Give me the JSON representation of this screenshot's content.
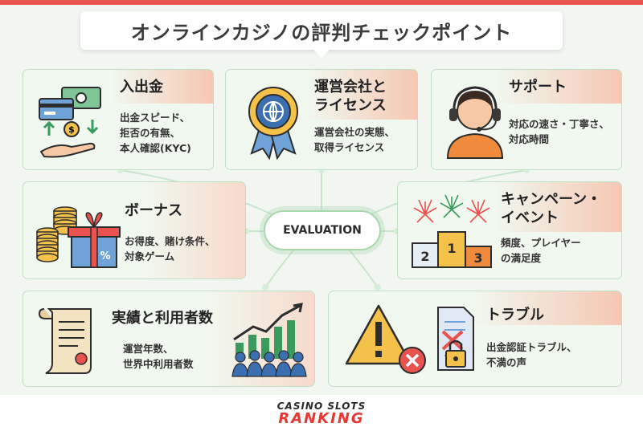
{
  "title": "オンラインカジノの評判チェックポイント",
  "center_label": "EVALUATION",
  "cards": {
    "deposit": {
      "title": "入出金",
      "desc": "出金スピード、\n拒否の有無、\n本人確認(KYC)"
    },
    "license": {
      "title": "運営会社と\nライセンス",
      "desc": "運営会社の実態、\n取得ライセンス"
    },
    "support": {
      "title": "サポート",
      "desc": "対応の速さ・丁寧さ、\n対応時間"
    },
    "bonus": {
      "title": "ボーナス",
      "desc": "お得度、賭け条件、\n対象ゲーム"
    },
    "campaign": {
      "title": "キャンペーン・\nイベント",
      "desc": "頻度、プレイヤー\nの満足度",
      "podium": [
        "2",
        "1",
        "3"
      ]
    },
    "record": {
      "title": "実績と利用者数",
      "desc": "運営年数、\n世界中利用者数"
    },
    "trouble": {
      "title": "トラブル",
      "desc": "出金認証トラブル、\n不満の声"
    }
  },
  "footer": {
    "logo_top": "CASINO SLOTS",
    "logo_bottom": "RANKING"
  },
  "colors": {
    "accent": "#e8524f",
    "card_border": "#bfe0c4",
    "card_bg": "#f1f8ef",
    "band": "#f6c4af"
  }
}
